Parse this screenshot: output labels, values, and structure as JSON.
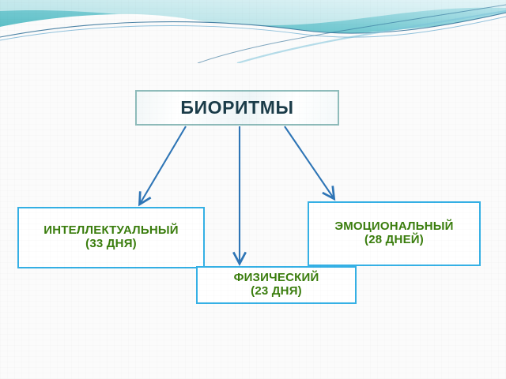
{
  "slide": {
    "background_color": "#fbfbfb",
    "header": {
      "name": "decorative-wave-banner",
      "gradient_start": "#58bec5",
      "gradient_end": "#bfe7ee",
      "line_color": "#2f6f97"
    },
    "title_node": {
      "label": "БИОРИТМЫ",
      "text_color": "#1b3c49",
      "border_color": "#8fbcbb"
    },
    "leaf_nodes": [
      {
        "id": "intellectual",
        "lines": [
          "ИНТЕЛЛЕКТУАЛЬНЫЙ",
          "(33 ДНЯ)"
        ],
        "text_color": "#3a7d0d",
        "border_color": "#35b0e5"
      },
      {
        "id": "emotional",
        "lines": [
          "ЭМОЦИОНАЛЬНЫЙ",
          "(28 ДНЕЙ)"
        ],
        "text_color": "#3a7d0d",
        "border_color": "#35b0e5"
      },
      {
        "id": "physical",
        "lines": [
          "ФИЗИЧЕСКИЙ",
          "(23 ДНЯ)"
        ],
        "text_color": "#3a7d0d",
        "border_color": "#35b0e5"
      }
    ],
    "connectors": {
      "color": "#2e75b6",
      "count": 3,
      "style": "arrow"
    }
  }
}
